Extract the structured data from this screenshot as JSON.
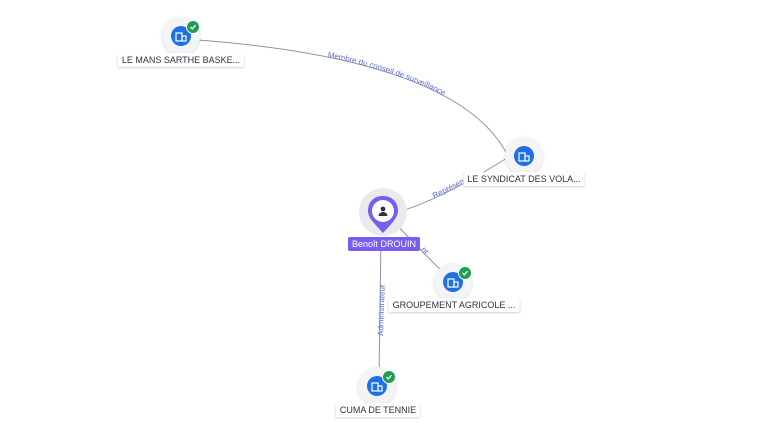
{
  "person": {
    "name": "Benoît DROUIN"
  },
  "companies": [
    {
      "id": "lemans",
      "label": "LE MANS SARTHE BASKE...",
      "verified": true
    },
    {
      "id": "syndicat",
      "label": "LE SYNDICAT DES VOLA...",
      "verified": false
    },
    {
      "id": "groupement",
      "label": "GROUPEMENT AGRICOLE ...",
      "verified": true
    },
    {
      "id": "cuma",
      "label": "CUMA DE TENNIE",
      "verified": true
    }
  ],
  "edges": {
    "membre": "Membre du conseil de surveillance",
    "represent": "Représen",
    "groupement": "nt",
    "administrateur": "Administrateur"
  },
  "colors": {
    "company": "#1f6fe5",
    "person": "#7b5cf0",
    "verified": "#1f9d55",
    "edge_label": "#5f6bd8"
  },
  "icons": {
    "company": "building-icon",
    "person": "person-icon",
    "verified": "check-icon"
  }
}
